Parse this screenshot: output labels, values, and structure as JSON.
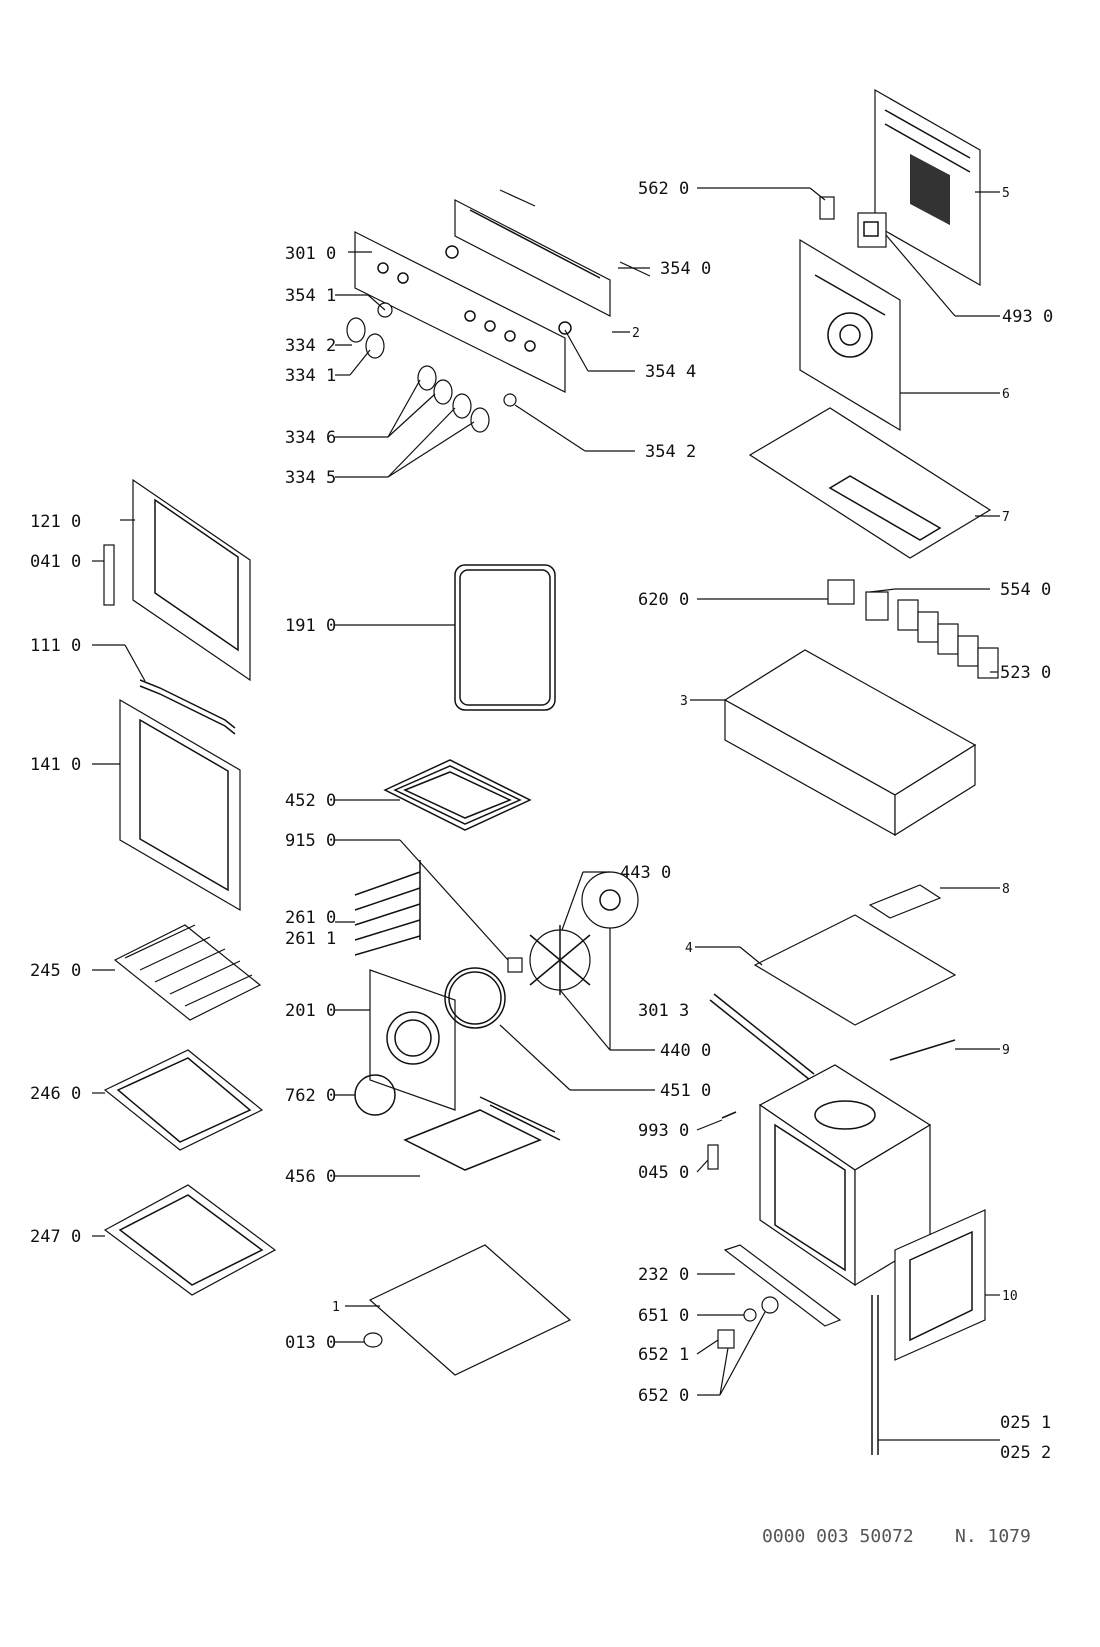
{
  "labels": {
    "l_3010": "301 0",
    "l_3541": "354 1",
    "l_3342": "334 2",
    "l_3341": "334 1",
    "l_3346": "334 6",
    "l_3345": "334 5",
    "l_3540": "354 0",
    "l_2": "2",
    "l_3544": "354 4",
    "l_3542": "354 2",
    "l_5620": "562 0",
    "l_5": "5",
    "l_4930": "493 0",
    "l_6": "6",
    "l_7": "7",
    "l_1210": "121 0",
    "l_0410": "041 0",
    "l_1110": "111 0",
    "l_1410": "141 0",
    "l_1910": "191 0",
    "l_4520": "452 0",
    "l_9150": "915 0",
    "l_2610": "261 0",
    "l_2611": "261 1",
    "l_2450": "245 0",
    "l_2010": "201 0",
    "l_7620": "762 0",
    "l_2460": "246 0",
    "l_4560": "456 0",
    "l_2470": "247 0",
    "l_1": "1",
    "l_0130": "013 0",
    "l_6200": "620 0",
    "l_5540": "554 0",
    "l_5230": "523 0",
    "l_3": "3",
    "l_4430": "443 0",
    "l_8": "8",
    "l_4": "4",
    "l_3013": "301 3",
    "l_4400": "440 0",
    "l_4510": "451 0",
    "l_9": "9",
    "l_9930": "993 0",
    "l_0450": "045 0",
    "l_2320": "232 0",
    "l_6510": "651 0",
    "l_6521": "652 1",
    "l_6520": "652 0",
    "l_10": "10",
    "l_0251": "025 1",
    "l_0252": "025 2"
  },
  "footer": {
    "code": "0000 003 50072",
    "ref": "N. 1079"
  }
}
